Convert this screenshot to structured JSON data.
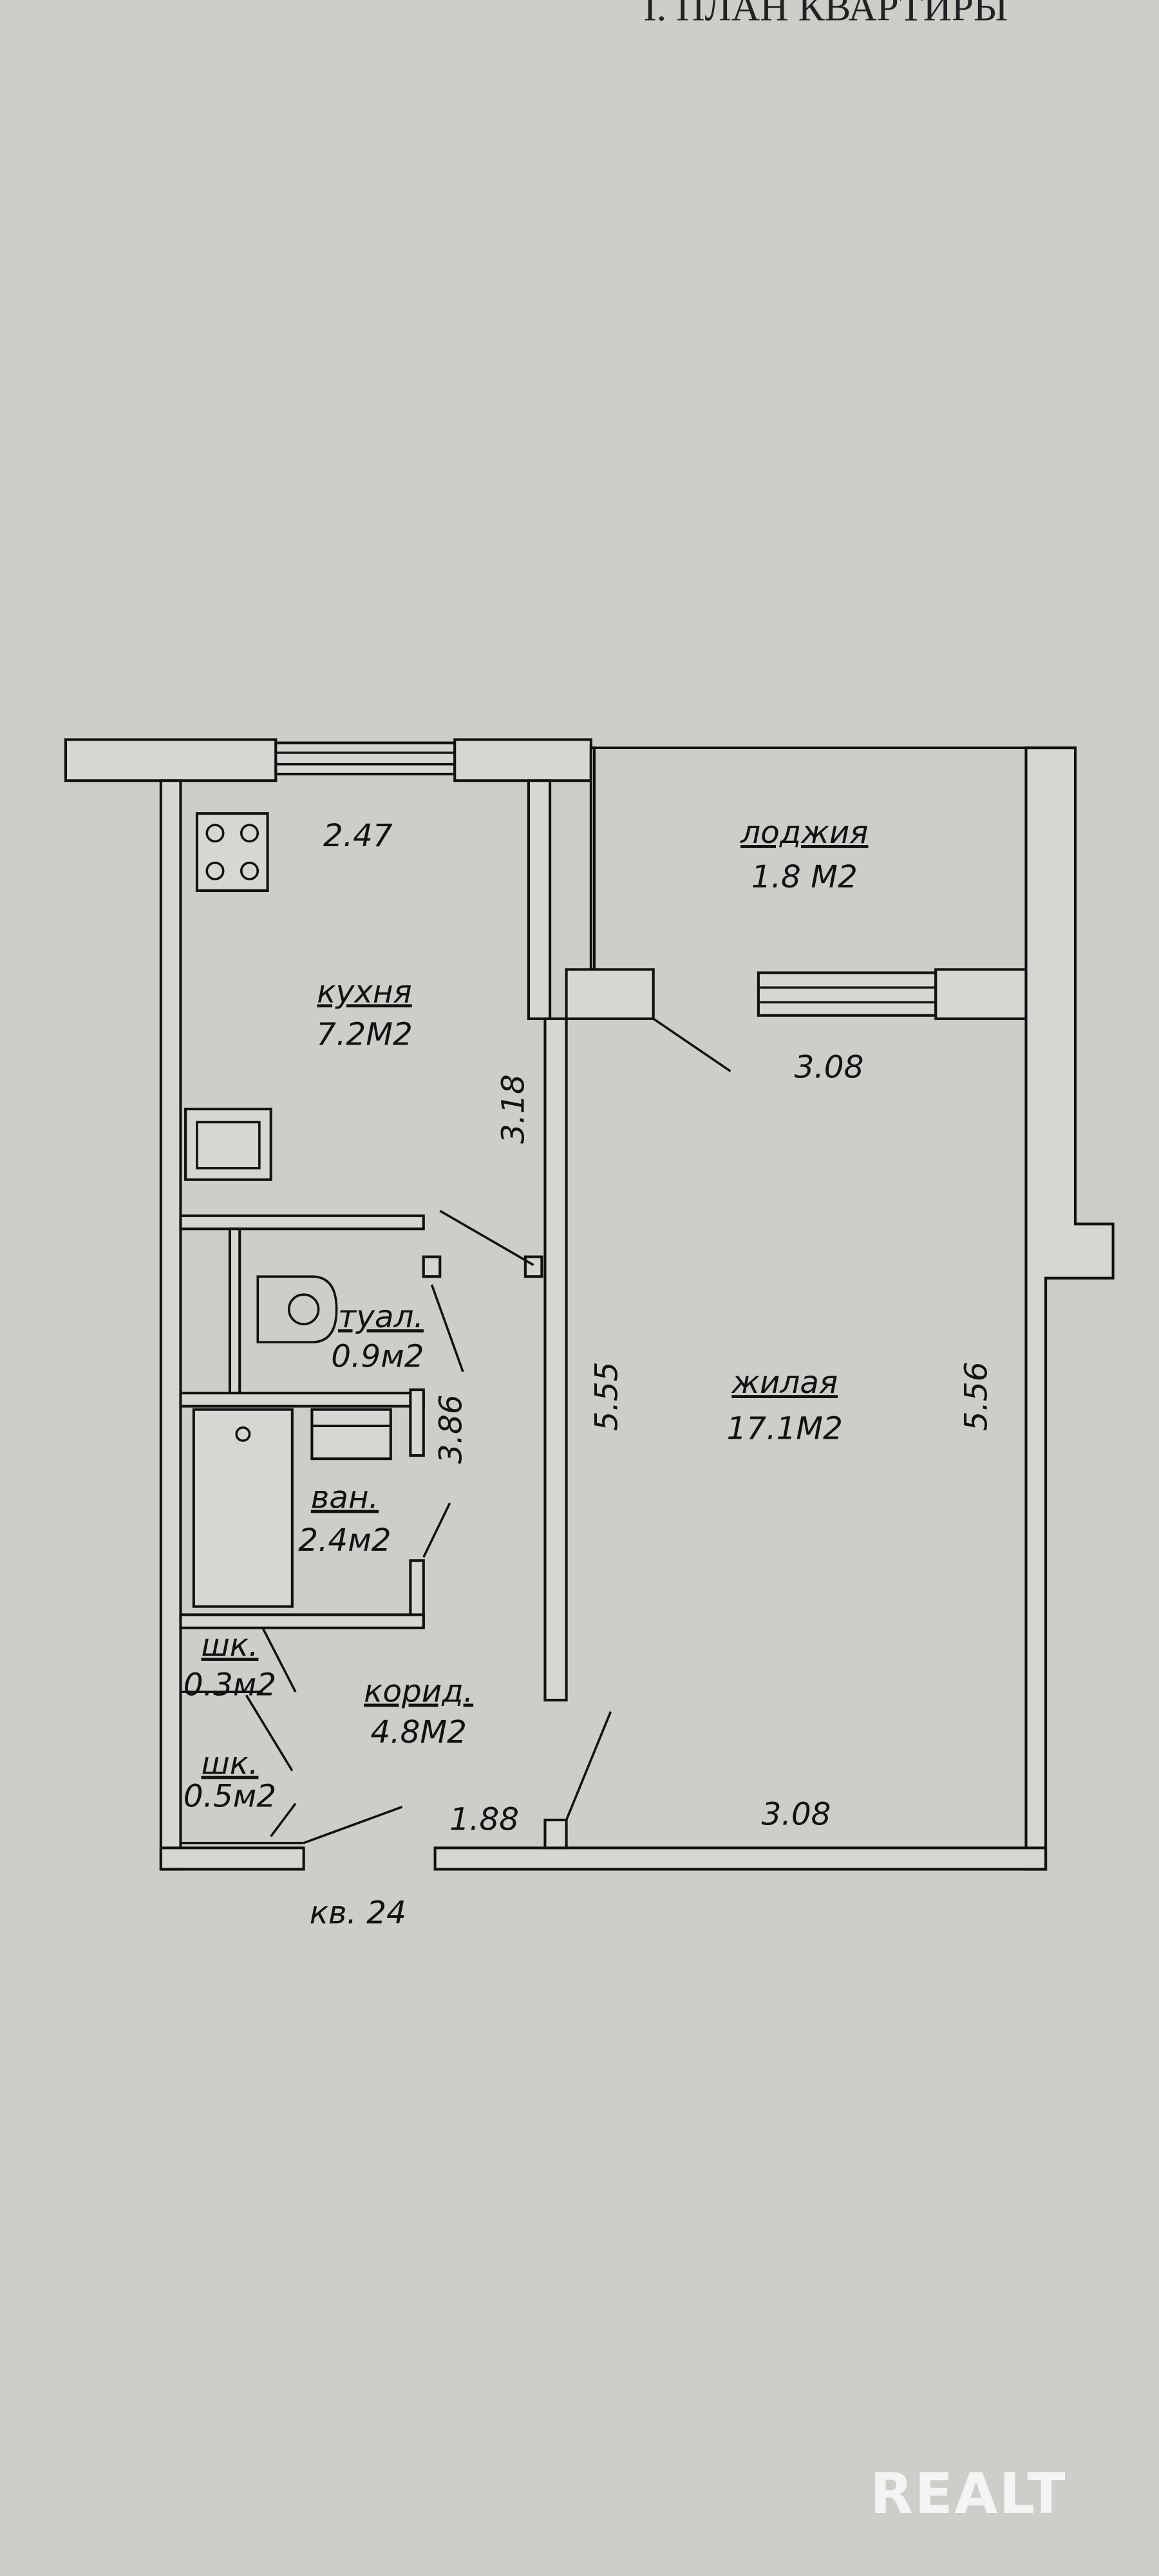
{
  "header": {
    "title": "I. ПЛАН КВАРТИРЫ"
  },
  "rooms": {
    "kitchen": {
      "name": "кухня",
      "area": "7.2М2",
      "width": "2.47",
      "length": "3.18"
    },
    "loggia": {
      "name": "лоджия",
      "area": "1.8 М2",
      "width": "3.08"
    },
    "living": {
      "name": "жилая",
      "area": "17.1М2",
      "length_left": "5.55",
      "length_right": "5.56",
      "width": "3.08"
    },
    "toilet": {
      "name": "туал.",
      "area": "0.9м2"
    },
    "bath": {
      "name": "ван.",
      "area": "2.4м2",
      "length": "3.86"
    },
    "closet1": {
      "name": "шк.",
      "area": "0.3м2"
    },
    "closet2": {
      "name": "шк.",
      "area": "0.5м2"
    },
    "corridor": {
      "name": "корид.",
      "area": "4.8М2",
      "width": "1.88"
    }
  },
  "apartment_label": "кв. 24",
  "watermark": "REALT"
}
